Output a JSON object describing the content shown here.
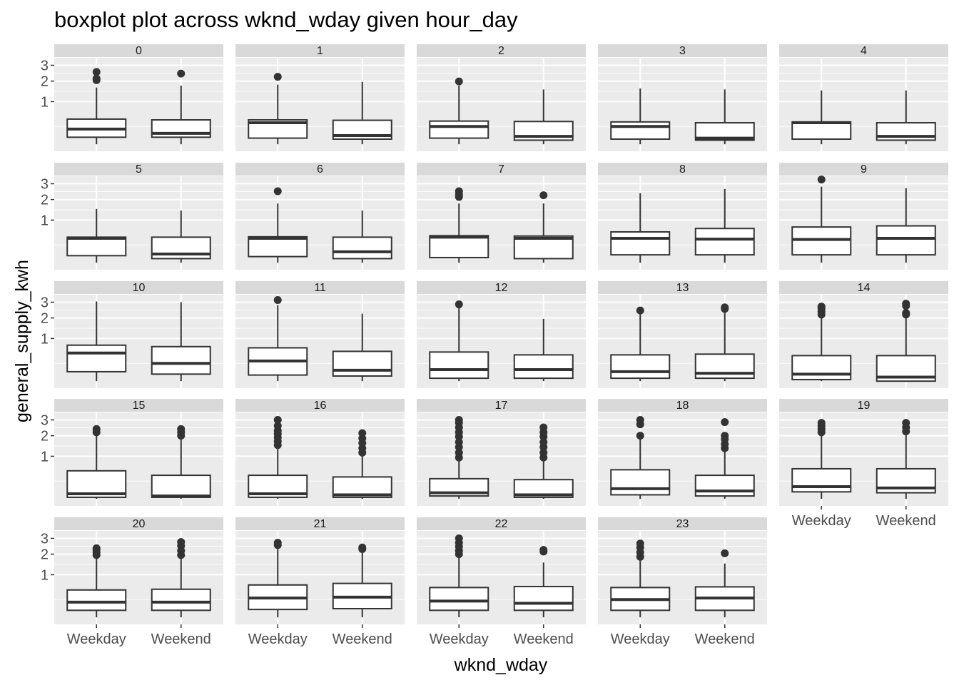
{
  "chart_data": {
    "type": "boxplot",
    "title": "boxplot plot across wknd_wday given hour_day",
    "xlabel": "wknd_wday",
    "ylabel": "general_supply_kwh",
    "categories": [
      "Weekday",
      "Weekend"
    ],
    "y_scale": "sqrt",
    "ylim": [
      0,
      3.6
    ],
    "y_ticks": [
      1,
      2,
      3
    ],
    "facet_layout": {
      "ncol": 5,
      "nrow": 5
    },
    "grid": true,
    "panels": [
      {
        "label": "0",
        "boxes": [
          {
            "group": "Weekday",
            "lower": 0.02,
            "q1": 0.08,
            "median": 0.2,
            "q3": 0.42,
            "upper": 1.65,
            "outliers": [
              2.05,
              2.15,
              2.55
            ]
          },
          {
            "group": "Weekend",
            "lower": 0.02,
            "q1": 0.08,
            "median": 0.13,
            "q3": 0.4,
            "upper": 1.75,
            "outliers": [
              2.45
            ]
          }
        ]
      },
      {
        "label": "1",
        "boxes": [
          {
            "group": "Weekday",
            "lower": 0.02,
            "q1": 0.07,
            "median": 0.33,
            "q3": 0.4,
            "upper": 1.8,
            "outliers": [
              2.25
            ]
          },
          {
            "group": "Weekend",
            "lower": 0.02,
            "q1": 0.06,
            "median": 0.1,
            "q3": 0.39,
            "upper": 1.95,
            "outliers": []
          }
        ]
      },
      {
        "label": "2",
        "boxes": [
          {
            "group": "Weekday",
            "lower": 0.02,
            "q1": 0.07,
            "median": 0.25,
            "q3": 0.37,
            "upper": 1.75,
            "outliers": [
              1.98
            ]
          },
          {
            "group": "Weekend",
            "lower": 0.02,
            "q1": 0.05,
            "median": 0.09,
            "q3": 0.36,
            "upper": 1.55,
            "outliers": []
          }
        ]
      },
      {
        "label": "3",
        "boxes": [
          {
            "group": "Weekday",
            "lower": 0.02,
            "q1": 0.06,
            "median": 0.25,
            "q3": 0.35,
            "upper": 1.6,
            "outliers": []
          },
          {
            "group": "Weekend",
            "lower": 0.02,
            "q1": 0.05,
            "median": 0.07,
            "q3": 0.33,
            "upper": 1.55,
            "outliers": []
          }
        ]
      },
      {
        "label": "4",
        "boxes": [
          {
            "group": "Weekday",
            "lower": 0.02,
            "q1": 0.06,
            "median": 0.33,
            "q3": 0.35,
            "upper": 1.5,
            "outliers": []
          },
          {
            "group": "Weekend",
            "lower": 0.02,
            "q1": 0.05,
            "median": 0.09,
            "q3": 0.33,
            "upper": 1.5,
            "outliers": []
          }
        ]
      },
      {
        "label": "5",
        "boxes": [
          {
            "group": "Weekday",
            "lower": 0.02,
            "q1": 0.08,
            "median": 0.4,
            "q3": 0.43,
            "upper": 1.5,
            "outliers": []
          },
          {
            "group": "Weekend",
            "lower": 0.02,
            "q1": 0.05,
            "median": 0.1,
            "q3": 0.43,
            "upper": 1.42,
            "outliers": []
          }
        ]
      },
      {
        "label": "6",
        "boxes": [
          {
            "group": "Weekday",
            "lower": 0.02,
            "q1": 0.07,
            "median": 0.4,
            "q3": 0.44,
            "upper": 1.78,
            "outliers": [
              2.5
            ]
          },
          {
            "group": "Weekend",
            "lower": 0.02,
            "q1": 0.05,
            "median": 0.13,
            "q3": 0.43,
            "upper": 1.42,
            "outliers": []
          }
        ]
      },
      {
        "label": "7",
        "boxes": [
          {
            "group": "Weekday",
            "lower": 0.02,
            "q1": 0.06,
            "median": 0.43,
            "q3": 0.47,
            "upper": 1.78,
            "outliers": [
              2.15,
              2.3,
              2.5
            ]
          },
          {
            "group": "Weekend",
            "lower": 0.02,
            "q1": 0.05,
            "median": 0.4,
            "q3": 0.46,
            "upper": 1.78,
            "outliers": [
              2.25
            ]
          }
        ]
      },
      {
        "label": "8",
        "boxes": [
          {
            "group": "Weekday",
            "lower": 0.02,
            "q1": 0.09,
            "median": 0.4,
            "q3": 0.58,
            "upper": 2.38,
            "outliers": []
          },
          {
            "group": "Weekend",
            "lower": 0.02,
            "q1": 0.09,
            "median": 0.38,
            "q3": 0.69,
            "upper": 2.65,
            "outliers": []
          }
        ]
      },
      {
        "label": "9",
        "boxes": [
          {
            "group": "Weekday",
            "lower": 0.02,
            "q1": 0.09,
            "median": 0.37,
            "q3": 0.74,
            "upper": 2.8,
            "outliers": [
              3.3
            ]
          },
          {
            "group": "Weekend",
            "lower": 0.02,
            "q1": 0.09,
            "median": 0.4,
            "q3": 0.78,
            "upper": 2.7,
            "outliers": []
          }
        ]
      },
      {
        "label": "10",
        "boxes": [
          {
            "group": "Weekday",
            "lower": 0.02,
            "q1": 0.11,
            "median": 0.5,
            "q3": 0.75,
            "upper": 3.05,
            "outliers": []
          },
          {
            "group": "Weekend",
            "lower": 0.02,
            "q1": 0.08,
            "median": 0.25,
            "q3": 0.7,
            "upper": 3.0,
            "outliers": []
          }
        ]
      },
      {
        "label": "11",
        "boxes": [
          {
            "group": "Weekday",
            "lower": 0.02,
            "q1": 0.07,
            "median": 0.3,
            "q3": 0.66,
            "upper": 2.8,
            "outliers": [
              3.15
            ]
          },
          {
            "group": "Weekend",
            "lower": 0.02,
            "q1": 0.06,
            "median": 0.13,
            "q3": 0.55,
            "upper": 2.25,
            "outliers": []
          }
        ]
      },
      {
        "label": "12",
        "boxes": [
          {
            "group": "Weekday",
            "lower": 0.02,
            "q1": 0.04,
            "median": 0.14,
            "q3": 0.53,
            "upper": 2.75,
            "outliers": [
              2.85
            ]
          },
          {
            "group": "Weekend",
            "lower": 0.02,
            "q1": 0.04,
            "median": 0.14,
            "q3": 0.45,
            "upper": 1.95,
            "outliers": []
          }
        ]
      },
      {
        "label": "13",
        "boxes": [
          {
            "group": "Weekday",
            "lower": 0.02,
            "q1": 0.04,
            "median": 0.11,
            "q3": 0.45,
            "upper": 2.3,
            "outliers": [
              2.45
            ]
          },
          {
            "group": "Weekend",
            "lower": 0.02,
            "q1": 0.04,
            "median": 0.09,
            "q3": 0.47,
            "upper": 2.4,
            "outliers": [
              2.55,
              2.65
            ]
          }
        ]
      },
      {
        "label": "14",
        "boxes": [
          {
            "group": "Weekday",
            "lower": 0.02,
            "q1": 0.03,
            "median": 0.08,
            "q3": 0.43,
            "upper": 2.1,
            "outliers": [
              2.2,
              2.4,
              2.6,
              2.7
            ]
          },
          {
            "group": "Weekend",
            "lower": 0.02,
            "q1": 0.02,
            "median": 0.05,
            "q3": 0.43,
            "upper": 2.1,
            "outliers": [
              2.2,
              2.3,
              2.75,
              2.9
            ]
          }
        ]
      },
      {
        "label": "15",
        "boxes": [
          {
            "group": "Weekday",
            "lower": 0.02,
            "q1": 0.03,
            "median": 0.06,
            "q3": 0.5,
            "upper": 2.1,
            "outliers": [
              2.2,
              2.4
            ]
          },
          {
            "group": "Weekend",
            "lower": 0.02,
            "q1": 0.03,
            "median": 0.04,
            "q3": 0.38,
            "upper": 1.85,
            "outliers": [
              2.0,
              2.2,
              2.4
            ]
          }
        ]
      },
      {
        "label": "16",
        "boxes": [
          {
            "group": "Weekday",
            "lower": 0.02,
            "q1": 0.03,
            "median": 0.06,
            "q3": 0.38,
            "upper": 1.4,
            "outliers": [
              1.5,
              1.7,
              1.9,
              2.1,
              2.3,
              2.6,
              3.0
            ]
          },
          {
            "group": "Weekend",
            "lower": 0.02,
            "q1": 0.03,
            "median": 0.05,
            "q3": 0.34,
            "upper": 1.0,
            "outliers": [
              1.15,
              1.35,
              1.6,
              1.85,
              2.15
            ]
          }
        ]
      },
      {
        "label": "17",
        "boxes": [
          {
            "group": "Weekday",
            "lower": 0.02,
            "q1": 0.04,
            "median": 0.07,
            "q3": 0.3,
            "upper": 0.85,
            "outliers": [
              0.95,
              1.15,
              1.4,
              1.65,
              1.95,
              2.2,
              2.5,
              2.8,
              3.0
            ]
          },
          {
            "group": "Weekend",
            "lower": 0.02,
            "q1": 0.03,
            "median": 0.05,
            "q3": 0.28,
            "upper": 0.85,
            "outliers": [
              0.95,
              1.15,
              1.4,
              1.65,
              1.95,
              2.2,
              2.5
            ]
          }
        ]
      },
      {
        "label": "18",
        "boxes": [
          {
            "group": "Weekday",
            "lower": 0.02,
            "q1": 0.05,
            "median": 0.12,
            "q3": 0.53,
            "upper": 1.95,
            "outliers": [
              2.0,
              2.7,
              3.0
            ]
          },
          {
            "group": "Weekend",
            "lower": 0.02,
            "q1": 0.04,
            "median": 0.09,
            "q3": 0.38,
            "upper": 1.25,
            "outliers": [
              1.35,
              1.55,
              1.8,
              2.0,
              2.85
            ]
          }
        ]
      },
      {
        "label": "19",
        "boxes": [
          {
            "group": "Weekday",
            "lower": 0.02,
            "q1": 0.08,
            "median": 0.15,
            "q3": 0.56,
            "upper": 2.1,
            "outliers": [
              2.2,
              2.4,
              2.6,
              2.8
            ]
          },
          {
            "group": "Weekend",
            "lower": 0.02,
            "q1": 0.07,
            "median": 0.13,
            "q3": 0.56,
            "upper": 2.1,
            "outliers": [
              2.25,
              2.5,
              2.8
            ]
          }
        ]
      },
      {
        "label": "20",
        "boxes": [
          {
            "group": "Weekday",
            "lower": 0.02,
            "q1": 0.08,
            "median": 0.2,
            "q3": 0.48,
            "upper": 1.9,
            "outliers": [
              1.95,
              2.1,
              2.25,
              2.35
            ]
          },
          {
            "group": "Weekend",
            "lower": 0.02,
            "q1": 0.08,
            "median": 0.2,
            "q3": 0.5,
            "upper": 1.85,
            "outliers": [
              1.95,
              2.2,
              2.5,
              2.75
            ]
          }
        ]
      },
      {
        "label": "21",
        "boxes": [
          {
            "group": "Weekday",
            "lower": 0.02,
            "q1": 0.09,
            "median": 0.28,
            "q3": 0.63,
            "upper": 2.45,
            "outliers": [
              2.55,
              2.7
            ]
          },
          {
            "group": "Weekend",
            "lower": 0.02,
            "q1": 0.1,
            "median": 0.3,
            "q3": 0.68,
            "upper": 2.2,
            "outliers": [
              2.3,
              2.4
            ]
          }
        ]
      },
      {
        "label": "22",
        "boxes": [
          {
            "group": "Weekday",
            "lower": 0.02,
            "q1": 0.08,
            "median": 0.22,
            "q3": 0.55,
            "upper": 1.95,
            "outliers": [
              2.0,
              2.2,
              2.45,
              2.7,
              3.0
            ]
          },
          {
            "group": "Weekend",
            "lower": 0.02,
            "q1": 0.08,
            "median": 0.18,
            "q3": 0.58,
            "upper": 1.55,
            "outliers": [
              2.15,
              2.25
            ]
          }
        ]
      },
      {
        "label": "23",
        "boxes": [
          {
            "group": "Weekday",
            "lower": 0.02,
            "q1": 0.08,
            "median": 0.25,
            "q3": 0.55,
            "upper": 1.75,
            "outliers": [
              1.85,
              2.1,
              2.4,
              2.65
            ]
          },
          {
            "group": "Weekend",
            "lower": 0.02,
            "q1": 0.08,
            "median": 0.28,
            "q3": 0.57,
            "upper": 1.5,
            "outliers": [
              2.05
            ]
          }
        ]
      }
    ]
  },
  "colors": {
    "panel_bg": "#ebebeb",
    "strip_bg": "#d9d9d9",
    "grid": "#ffffff",
    "tick_text": "#4d4d4d",
    "box_stroke": "#333333",
    "box_fill": "#ffffff"
  }
}
